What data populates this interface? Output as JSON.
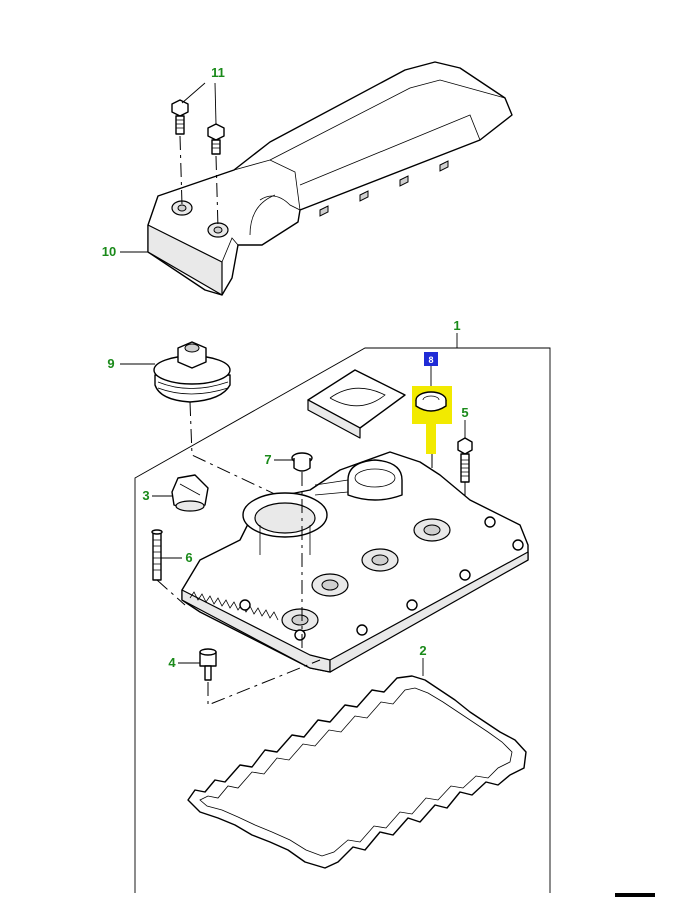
{
  "colors": {
    "callout_text": "#1a8a1a",
    "highlight": "#f2ea00",
    "badge_fill": "#1f2bd6",
    "line": "#000000"
  },
  "callouts": {
    "c1": "1",
    "c2": "2",
    "c3": "3",
    "c4": "4",
    "c5": "5",
    "c6": "6",
    "c7": "7",
    "c8": "8",
    "c9": "9",
    "c10": "10",
    "c11": "11"
  },
  "footer": {
    "code": "  "
  }
}
